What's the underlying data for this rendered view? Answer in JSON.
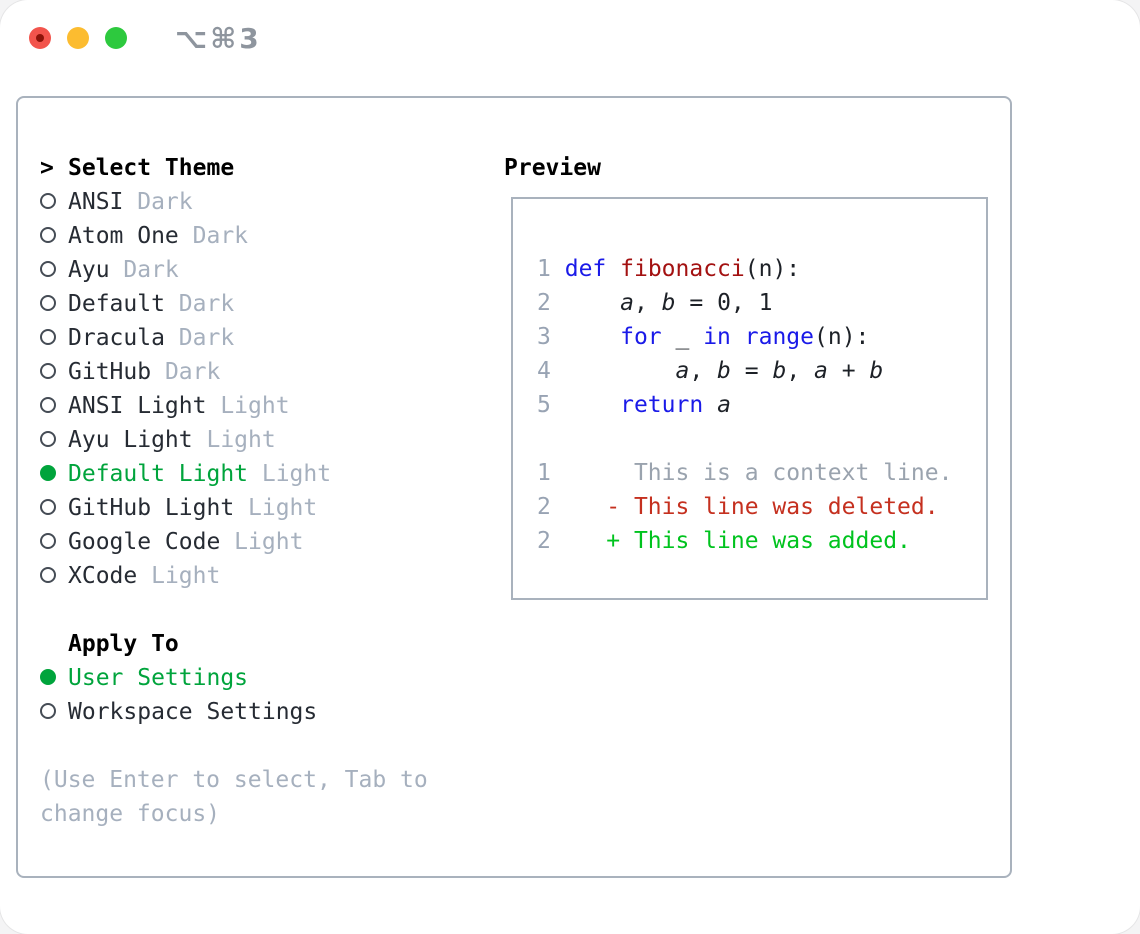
{
  "titlebar": {
    "shortcut": "⌥⌘3",
    "traffic_lights": [
      "close",
      "minimize",
      "zoom"
    ]
  },
  "theme_list": {
    "prompt": ">",
    "title": "Select Theme",
    "items": [
      {
        "label": "ANSI",
        "tag": "Dark",
        "selected": false
      },
      {
        "label": "Atom One",
        "tag": "Dark",
        "selected": false
      },
      {
        "label": "Ayu",
        "tag": "Dark",
        "selected": false
      },
      {
        "label": "Default",
        "tag": "Dark",
        "selected": false
      },
      {
        "label": "Dracula",
        "tag": "Dark",
        "selected": false
      },
      {
        "label": "GitHub",
        "tag": "Dark",
        "selected": false
      },
      {
        "label": "ANSI Light",
        "tag": "Light",
        "selected": false
      },
      {
        "label": "Ayu Light",
        "tag": "Light",
        "selected": false
      },
      {
        "label": "Default Light",
        "tag": "Light",
        "selected": true
      },
      {
        "label": "GitHub Light",
        "tag": "Light",
        "selected": false
      },
      {
        "label": "Google Code",
        "tag": "Light",
        "selected": false
      },
      {
        "label": "XCode",
        "tag": "Light",
        "selected": false
      }
    ]
  },
  "apply_to": {
    "title": "Apply To",
    "options": [
      {
        "label": "User Settings",
        "selected": true
      },
      {
        "label": "Workspace Settings",
        "selected": false
      }
    ]
  },
  "help_text": "(Use Enter to select, Tab to change focus)",
  "preview": {
    "title": "Preview",
    "lines": [
      {
        "num": "1",
        "segments": [
          {
            "t": " ",
            "s": "p"
          },
          {
            "t": "def",
            "s": "kw"
          },
          {
            "t": " ",
            "s": "p"
          },
          {
            "t": "fibonacci",
            "s": "fn"
          },
          {
            "t": "(n):",
            "s": "p"
          }
        ]
      },
      {
        "num": "2",
        "segments": [
          {
            "t": "     ",
            "s": "p"
          },
          {
            "t": "a",
            "s": "v"
          },
          {
            "t": ", ",
            "s": "p"
          },
          {
            "t": "b",
            "s": "v"
          },
          {
            "t": " = 0, 1",
            "s": "p"
          }
        ]
      },
      {
        "num": "3",
        "segments": [
          {
            "t": "     ",
            "s": "p"
          },
          {
            "t": "for",
            "s": "kw"
          },
          {
            "t": " _ ",
            "s": "p"
          },
          {
            "t": "in",
            "s": "kw"
          },
          {
            "t": " ",
            "s": "p"
          },
          {
            "t": "range",
            "s": "kw"
          },
          {
            "t": "(n):",
            "s": "p"
          }
        ]
      },
      {
        "num": "4",
        "segments": [
          {
            "t": "         ",
            "s": "p"
          },
          {
            "t": "a",
            "s": "v"
          },
          {
            "t": ", ",
            "s": "p"
          },
          {
            "t": "b",
            "s": "v"
          },
          {
            "t": " = ",
            "s": "p"
          },
          {
            "t": "b",
            "s": "v"
          },
          {
            "t": ", ",
            "s": "p"
          },
          {
            "t": "a",
            "s": "v"
          },
          {
            "t": " + ",
            "s": "p"
          },
          {
            "t": "b",
            "s": "v"
          }
        ]
      },
      {
        "num": "5",
        "segments": [
          {
            "t": "     ",
            "s": "p"
          },
          {
            "t": "return",
            "s": "kw"
          },
          {
            "t": " ",
            "s": "p"
          },
          {
            "t": "a",
            "s": "v"
          }
        ]
      },
      {
        "num": "",
        "segments": []
      },
      {
        "num": "1",
        "segments": [
          {
            "t": "      This is a context line.",
            "s": "ctx"
          }
        ]
      },
      {
        "num": "2",
        "segments": [
          {
            "t": "    - This line was deleted.",
            "s": "del"
          }
        ]
      },
      {
        "num": "2",
        "segments": [
          {
            "t": "    + This line was added.",
            "s": "add"
          }
        ]
      }
    ]
  },
  "colors": {
    "accent_green": "#00a43c",
    "keyword_blue": "#1a1ae8",
    "function_red": "#a31111",
    "deleted_red": "#c5301f",
    "added_green": "#00c31e",
    "muted_gray": "#a6b0be",
    "border_gray": "#a9b2bd"
  }
}
